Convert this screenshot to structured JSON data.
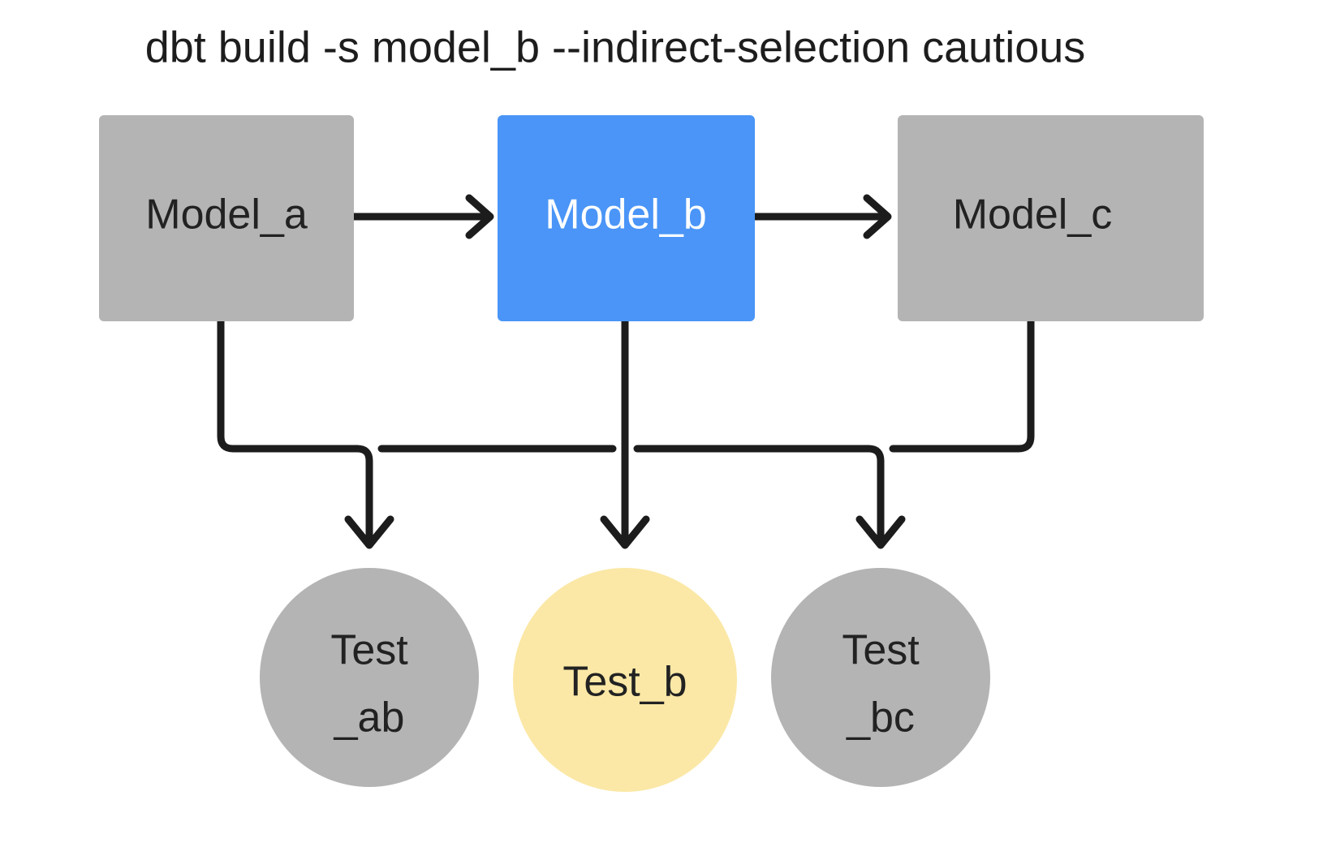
{
  "diagram": {
    "title": "dbt build -s model_b --indirect-selection cautious",
    "background_color": "#ffffff",
    "edge_color": "#1c1c1c",
    "nodes": {
      "model_a": {
        "label": "Model_a",
        "shape": "rectangle",
        "fill": "#b4b4b4",
        "text_color": "#222222",
        "selected": false
      },
      "model_b": {
        "label": "Model_b",
        "shape": "rectangle",
        "fill": "#4a95f7",
        "text_color": "#ffffff",
        "selected": true
      },
      "model_c": {
        "label": "Model_c",
        "shape": "rectangle",
        "fill": "#b4b4b4",
        "text_color": "#222222",
        "selected": false
      },
      "test_ab": {
        "label_line1": "Test",
        "label_line2": "_ab",
        "shape": "circle",
        "fill": "#b4b4b4",
        "text_color": "#222222",
        "selected": false
      },
      "test_b": {
        "label_line1": "Test_b",
        "label_line2": "",
        "shape": "circle",
        "fill": "#fbe8a6",
        "text_color": "#2a2616",
        "selected": true
      },
      "test_bc": {
        "label_line1": "Test",
        "label_line2": "_bc",
        "shape": "circle",
        "fill": "#b4b4b4",
        "text_color": "#222222",
        "selected": false
      }
    },
    "edges": [
      {
        "from": "model_a",
        "to": "model_b",
        "style": "arrow-right"
      },
      {
        "from": "model_b",
        "to": "model_c",
        "style": "arrow-right"
      },
      {
        "from": "model_a",
        "to": "test_ab",
        "style": "elbow-down"
      },
      {
        "from": "model_b",
        "to": "test_ab",
        "style": "elbow-down"
      },
      {
        "from": "model_b",
        "to": "test_b",
        "style": "straight-down"
      },
      {
        "from": "model_b",
        "to": "test_bc",
        "style": "elbow-down"
      },
      {
        "from": "model_c",
        "to": "test_bc",
        "style": "elbow-down"
      }
    ]
  }
}
